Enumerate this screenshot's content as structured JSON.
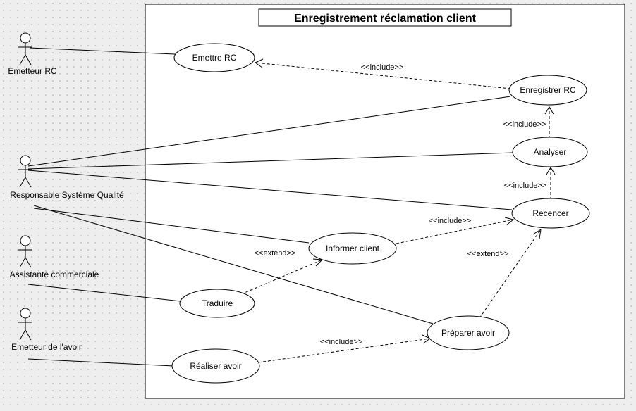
{
  "system": {
    "title": "Enregistrement réclamation client"
  },
  "actors": {
    "emetteur_rc": "Emetteur RC",
    "responsable_qualite": "Responsable Système Qualité",
    "assistante_commerciale": "Assistante commerciale",
    "emetteur_avoir": "Emetteur de l'avoir"
  },
  "use_cases": {
    "emettre_rc": "Emettre RC",
    "enregistrer_rc": "Enregistrer RC",
    "analyser": "Analyser",
    "recencer": "Recencer",
    "informer_client": "Informer client",
    "traduire": "Traduire",
    "preparer_avoir": "Préparer avoir",
    "realiser_avoir": "Réaliser avoir"
  },
  "relations": {
    "include_enregistrer_emettre": "<<include>>",
    "include_analyser_enregistrer": "<<include>>",
    "include_recencer_analyser": "<<include>>",
    "include_informer_recencer": "<<include>>",
    "extend_traduire_informer": "<<extend>>",
    "extend_preparer_recencer": "<<extend>>",
    "include_realiser_preparer": "<<include>>"
  }
}
